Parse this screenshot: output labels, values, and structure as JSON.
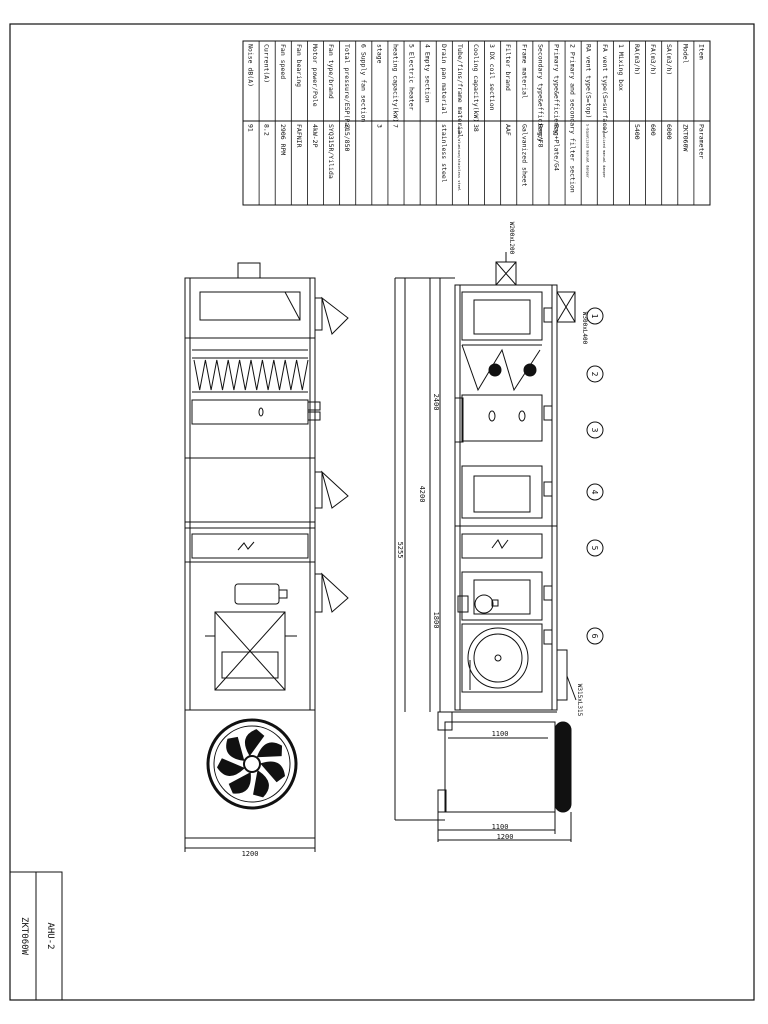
{
  "table": {
    "header": {
      "item": "Item",
      "parameter": "Parameter"
    },
    "rows": [
      {
        "item": "Model",
        "value": "ZKT060W"
      },
      {
        "item": "SA(m3/h)",
        "value": "6000"
      },
      {
        "item": "FA(m3/h)",
        "value": "600"
      },
      {
        "item": "RA(m3/h)",
        "value": "5400"
      },
      {
        "item": "1    Mixing box",
        "value": ""
      },
      {
        "item": "FA vent type(S=surface)",
        "value": "S-Equalized manual damper"
      },
      {
        "item": "RA vent type(S=top)",
        "value": "S-Equalized manual damper"
      },
      {
        "item": "2  Primary and secondary filter section",
        "value": ""
      },
      {
        "item": "Primary type&efficiency",
        "value": "Bag+Plate/G4"
      },
      {
        "item": "Secondary type&efficiency",
        "value": "Bag/F8"
      },
      {
        "item": "Frame material",
        "value": "Galvanized sheet"
      },
      {
        "item": "Filter brand",
        "value": "AAF"
      },
      {
        "item": "3    DX coil section",
        "value": ""
      },
      {
        "item": "Cooling capacity(kW)",
        "value": "38"
      },
      {
        "item": "Tube/fins/frame material",
        "value": "Copper/aluminum/stainless steel"
      },
      {
        "item": "Drain pan material",
        "value": "stainless steel"
      },
      {
        "item": "4    Empty section",
        "value": ""
      },
      {
        "item": "5    Electric heater",
        "value": ""
      },
      {
        "item": "heating capacity(kW)",
        "value": "7"
      },
      {
        "item": "stage",
        "value": "3"
      },
      {
        "item": "6    Supply fan section",
        "value": ""
      },
      {
        "item": "Total pressure/ESP(Pa)",
        "value": "315/850"
      },
      {
        "item": "Fan type/brand",
        "value": "SYQ315R/Yilida"
      },
      {
        "item": "Motor power/Pole",
        "value": "4kW-2P"
      },
      {
        "item": "Fan bearing",
        "value": "FAFNIR"
      },
      {
        "item": "Fan speed",
        "value": "2906 RPM"
      },
      {
        "item": "Current(A)",
        "value": "8.2"
      },
      {
        "item": "Noise dB(A)",
        "value": "91"
      }
    ]
  },
  "dimensions": {
    "top_inlet": "W200xL200",
    "side_inlet": "W300xL400",
    "outlet": "W315xL315",
    "d2400": "2400",
    "d4200": "4200",
    "d5255": "5255",
    "d1800": "1800",
    "d1100a": "1100",
    "d1100b": "1100",
    "d1200_side": "1200",
    "d1200_front": "1200"
  },
  "sections": [
    "1",
    "2",
    "3",
    "4",
    "5",
    "6"
  ],
  "title_block": {
    "name": "AHU-2",
    "model": "ZKT060W"
  }
}
